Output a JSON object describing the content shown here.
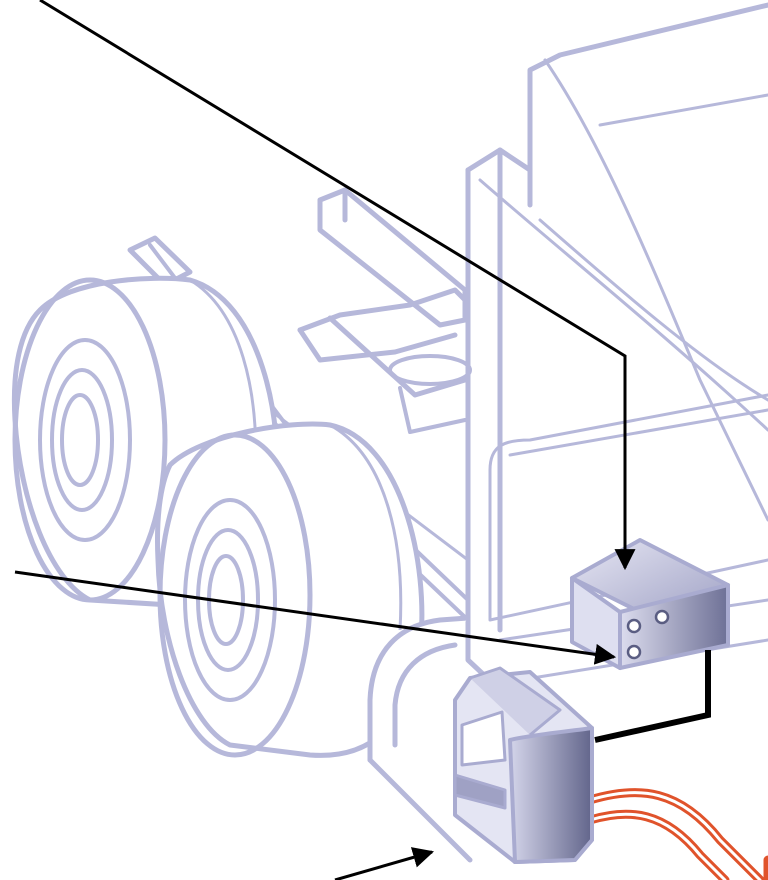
{
  "diagram": {
    "colors": {
      "outline": "#b6b8da",
      "component_light": "#cfd0e6",
      "component_dark": "#6e7196",
      "component_stroke": "#a9abd0",
      "leader_line": "#000000",
      "wire": "#000000",
      "hose_outer": "#e0532b",
      "hose_inner": "#ffffff"
    },
    "callouts": [
      {
        "name": "callout-upper",
        "target": "receiver-box"
      },
      {
        "name": "callout-middle",
        "target": "receiver-box-ports"
      },
      {
        "name": "callout-lower",
        "target": "hitch-housing"
      }
    ]
  }
}
